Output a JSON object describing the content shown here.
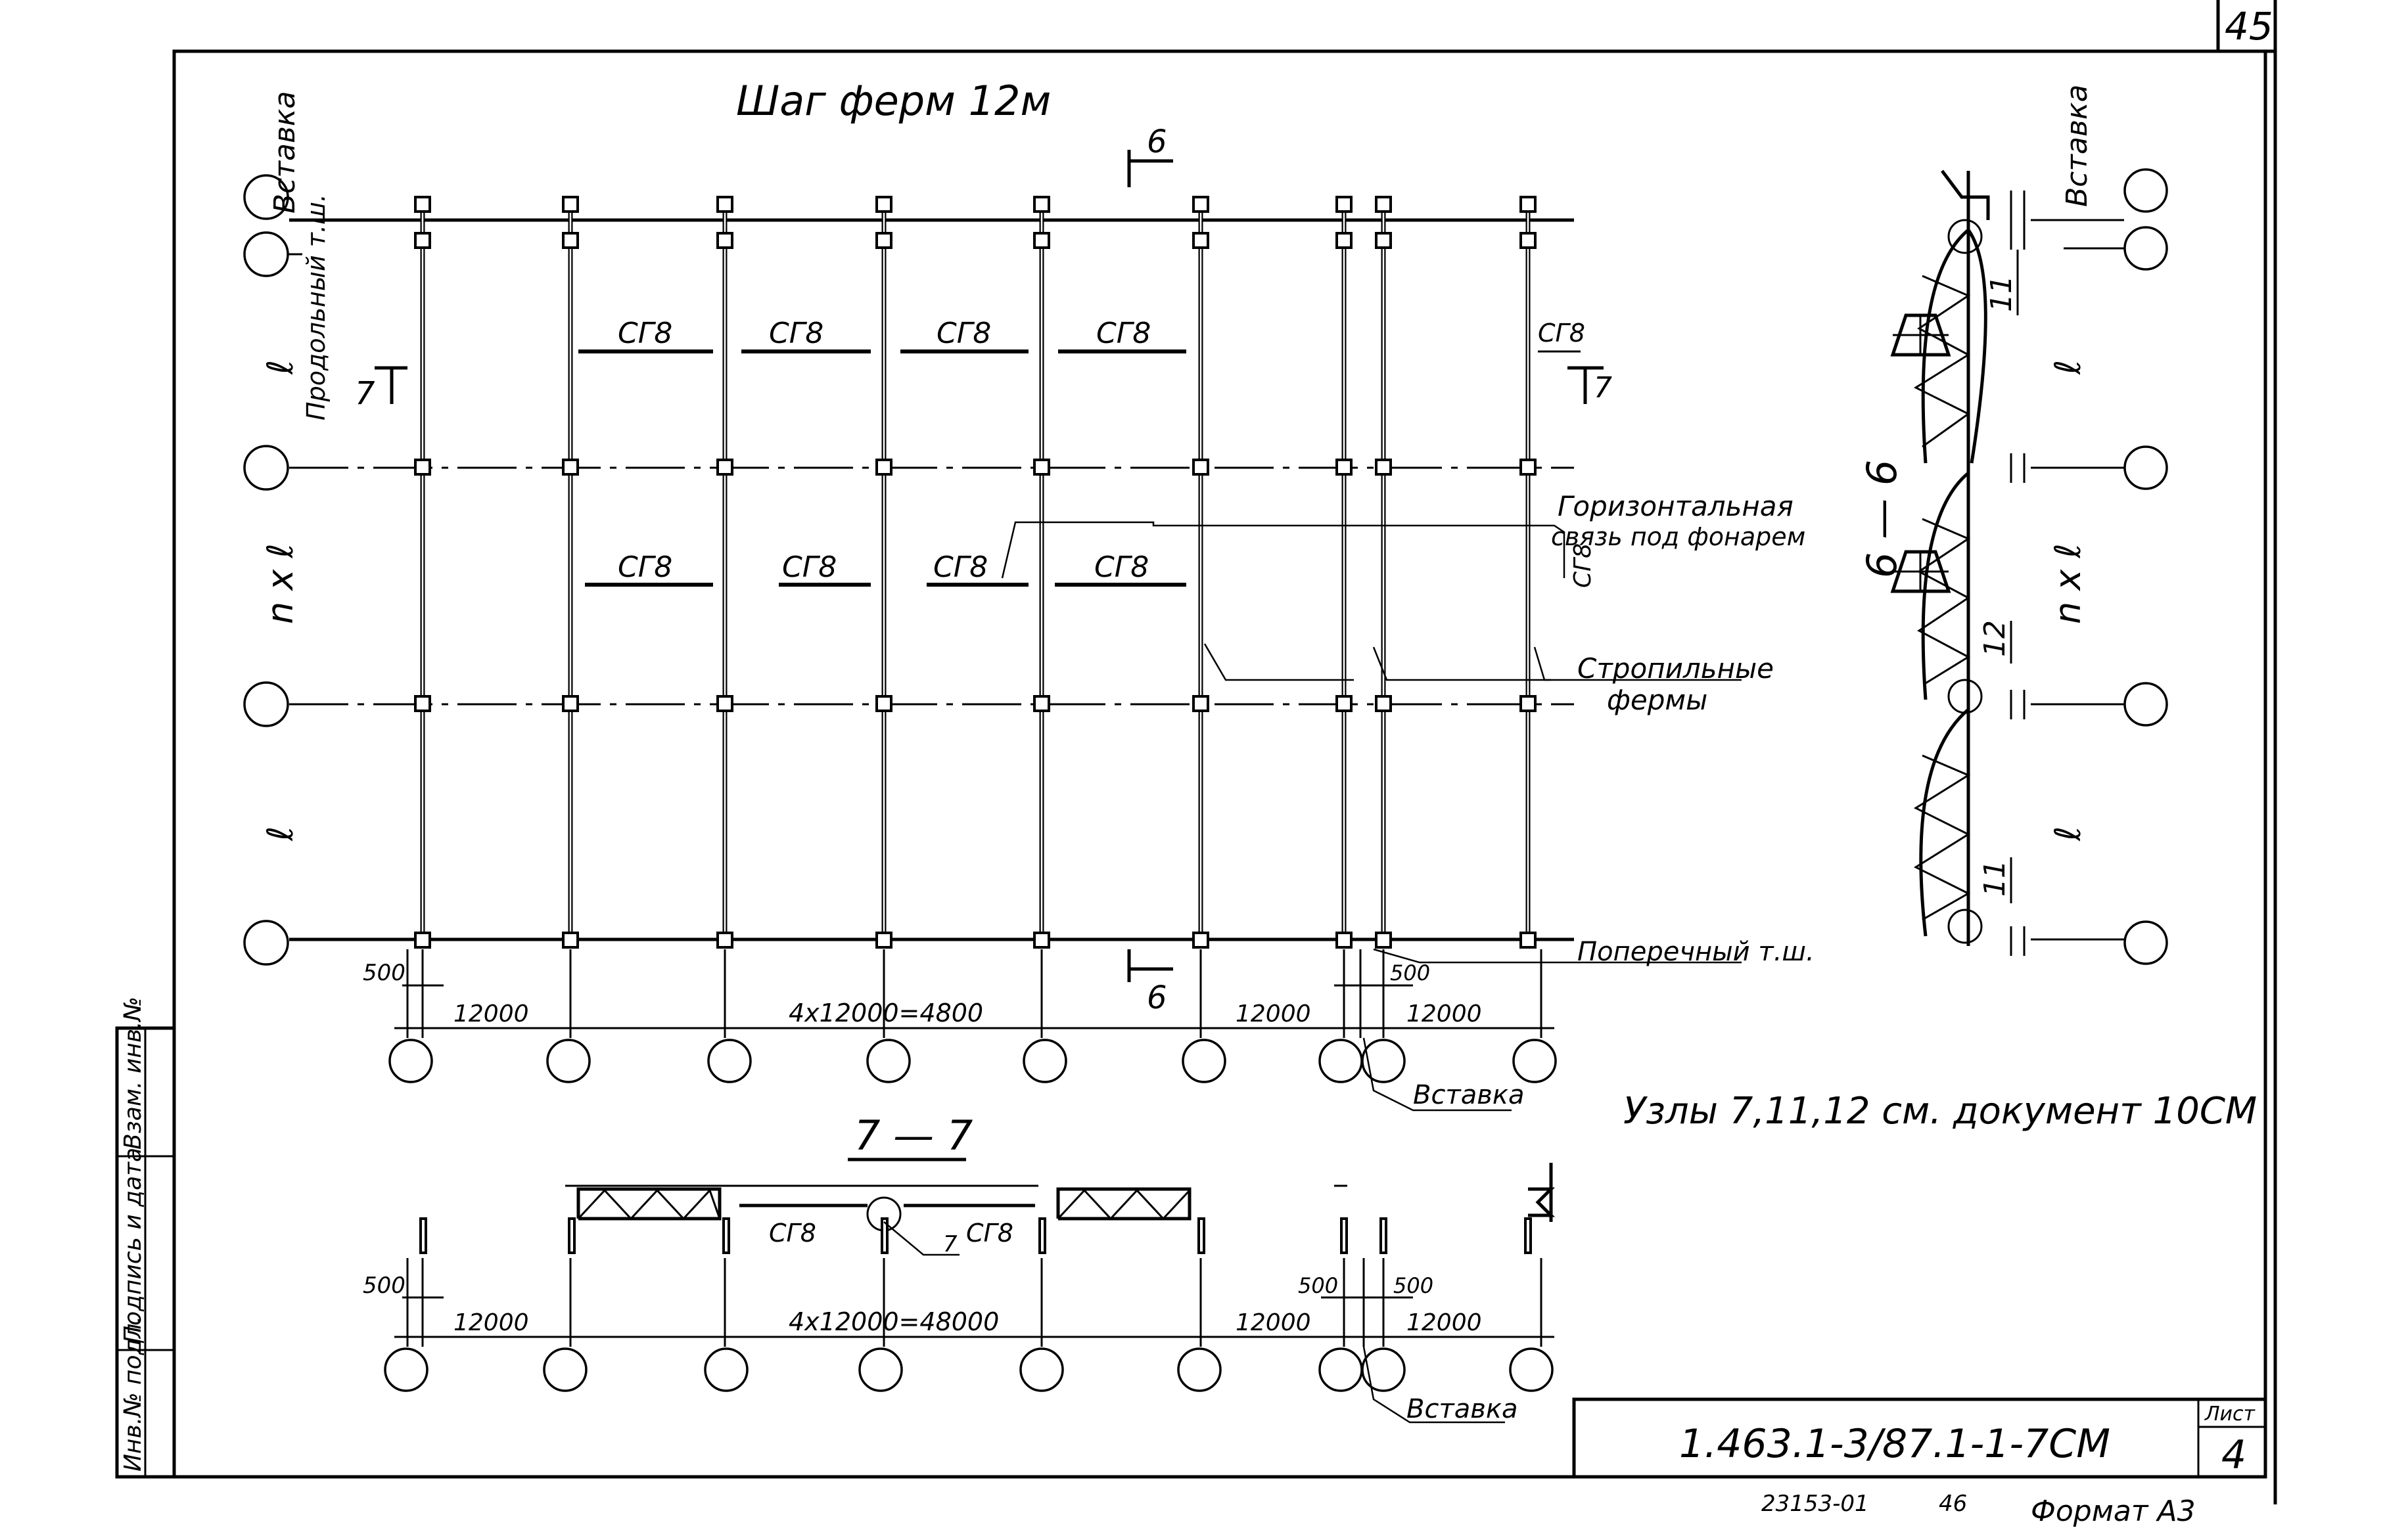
{
  "sheet": {
    "page_corner": "45",
    "title_top": "Шаг ферм 12м",
    "note": "Узлы 7,11,12 см. документ 10СМ",
    "doc_code": "1.463.1-3/87.1-1-7СМ",
    "sheet_label": "Лист",
    "sheet_number": "4",
    "bottom_stamp": "23153-01",
    "bottom_page": "46",
    "bottom_format": "Формат А3"
  },
  "side_stamp": [
    "Инв.№ подл.",
    "Подпись и дата",
    "Взам. инв.№"
  ],
  "plan": {
    "label_vstavka": "Вставка",
    "label_prodolny": "Продольный т.ш.",
    "axis_l": "ℓ",
    "axis_nl": "n x ℓ",
    "sg8": "СГ8",
    "section_6": "6",
    "section_7": "7",
    "label_gorizont_1": "Горизонтальная",
    "label_gorizont_2": "связь  под фонарем",
    "label_stropil_1": "Стропильные",
    "label_stropil_2": "фермы",
    "label_poperechny": "Поперечный т.ш.",
    "dim_500": "500",
    "dim_12000": "12000",
    "dim_total": "4x12000=4800"
  },
  "section77": {
    "title": "7 — 7",
    "sg8": "СГ8",
    "node": "7",
    "dim_500": "500",
    "dim_12000": "12000",
    "dim_total": "4x12000=48000",
    "vstavka": "Вставка"
  },
  "section66": {
    "title": "6 — 6",
    "vstavka": "Вставка",
    "node_11": "11",
    "node_12": "12",
    "axis_l": "ℓ",
    "axis_nl": "n x ℓ"
  }
}
